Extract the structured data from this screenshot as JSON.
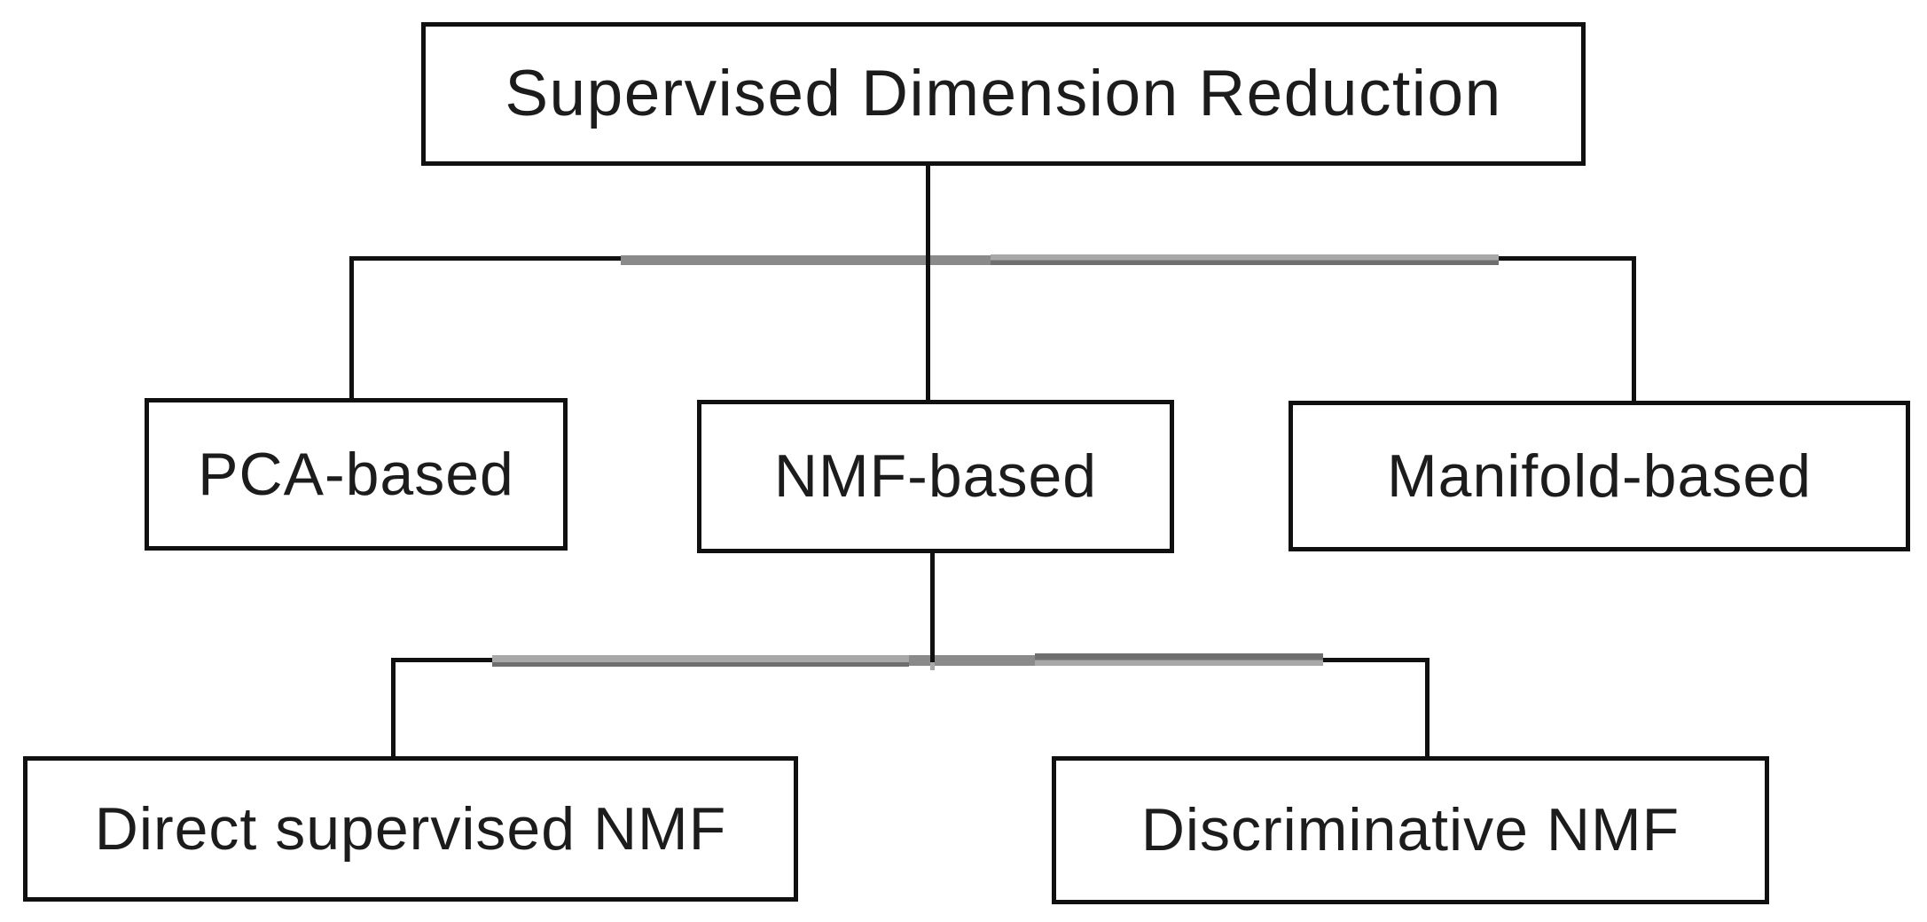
{
  "diagram": {
    "title": "Supervised Dimension Reduction",
    "nodes": [
      {
        "id": "root",
        "label": "Supervised Dimension Reduction"
      },
      {
        "id": "pca",
        "label": "PCA-based"
      },
      {
        "id": "nmf",
        "label": "NMF-based"
      },
      {
        "id": "manifold",
        "label": "Manifold-based"
      },
      {
        "id": "direct-supervised-nmf",
        "label": "Direct supervised NMF"
      },
      {
        "id": "discriminative-nmf",
        "label": "Discriminative NMF"
      }
    ],
    "edges": [
      {
        "from": "root",
        "to": "pca"
      },
      {
        "from": "root",
        "to": "nmf"
      },
      {
        "from": "root",
        "to": "manifold"
      },
      {
        "from": "nmf",
        "to": "direct-supervised-nmf"
      },
      {
        "from": "nmf",
        "to": "discriminative-nmf"
      }
    ],
    "colors": {
      "background": "#ffffff",
      "border": "#101010",
      "text": "#1c1c1c",
      "line": "#101010",
      "line_shade_mid": "#8a8a8a",
      "line_shade_light": "#a8a8a8",
      "line_shade_dark": "#6f6f6f"
    }
  }
}
